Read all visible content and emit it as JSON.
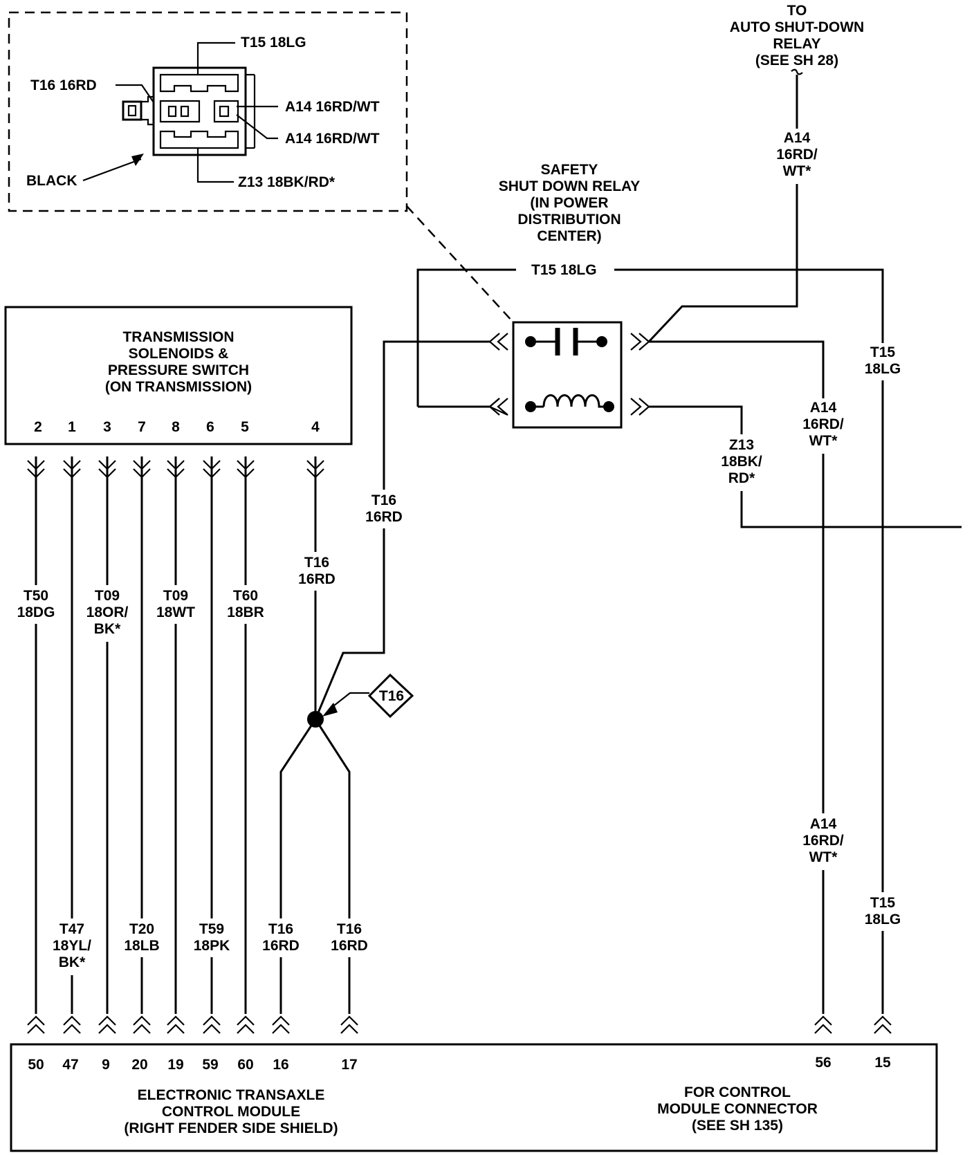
{
  "colors": {
    "ink": "#000000",
    "paper": "#ffffff"
  },
  "inset": {
    "t15": "T15 18LG",
    "t16": "T16 16RD",
    "a14_top": "A14 16RD/WT",
    "a14_bottom": "A14 16RD/WT",
    "z13": "Z13 18BK/RD*",
    "black": "BLACK"
  },
  "asd_relay": [
    "TO",
    "AUTO SHUT-DOWN",
    "RELAY",
    "(SEE SH 28)"
  ],
  "safety_relay": [
    "SAFETY",
    "SHUT DOWN RELAY",
    "(IN POWER",
    "DISTRIBUTION",
    "CENTER)"
  ],
  "transmission": {
    "title": [
      "TRANSMISSION",
      "SOLENOIDS &",
      "PRESSURE SWITCH",
      "(ON TRANSMISSION)"
    ],
    "pins": [
      "2",
      "1",
      "3",
      "7",
      "8",
      "6",
      "5",
      "4"
    ]
  },
  "wires": {
    "t15_top": "T15 18LG",
    "a14_upper": [
      "A14",
      "16RD/",
      "WT*"
    ],
    "t15_right": [
      "T15",
      "18LG"
    ],
    "a14_mid": [
      "A14",
      "16RD/",
      "WT*"
    ],
    "z13": [
      "Z13",
      "18BK/",
      "RD*"
    ],
    "t16_relay": [
      "T16",
      "16RD"
    ],
    "t16_pin4": [
      "T16",
      "16RD"
    ],
    "t50": [
      "T50",
      "18DG"
    ],
    "t09a": [
      "T09",
      "18OR/",
      "BK*"
    ],
    "t09b": [
      "T09",
      "18WT"
    ],
    "t60": [
      "T60",
      "18BR"
    ],
    "t47": [
      "T47",
      "18YL/",
      "BK*"
    ],
    "t20": [
      "T20",
      "18LB"
    ],
    "t59": [
      "T59",
      "18PK"
    ],
    "t16_b1": [
      "T16",
      "16RD"
    ],
    "t16_b2": [
      "T16",
      "16RD"
    ],
    "a14_lower": [
      "A14",
      "16RD/",
      "WT*"
    ],
    "t15_lower": [
      "T15",
      "18LG"
    ]
  },
  "splice_ref": "T16",
  "module": {
    "pins": [
      "50",
      "47",
      "9",
      "20",
      "19",
      "59",
      "60",
      "16",
      "17",
      "56",
      "15"
    ],
    "etcm": [
      "ELECTRONIC TRANSAXLE",
      "CONTROL MODULE",
      "(RIGHT FENDER SIDE SHIELD)"
    ],
    "connector": [
      "FOR CONTROL",
      "MODULE CONNECTOR",
      "(SEE SH 135)"
    ]
  }
}
